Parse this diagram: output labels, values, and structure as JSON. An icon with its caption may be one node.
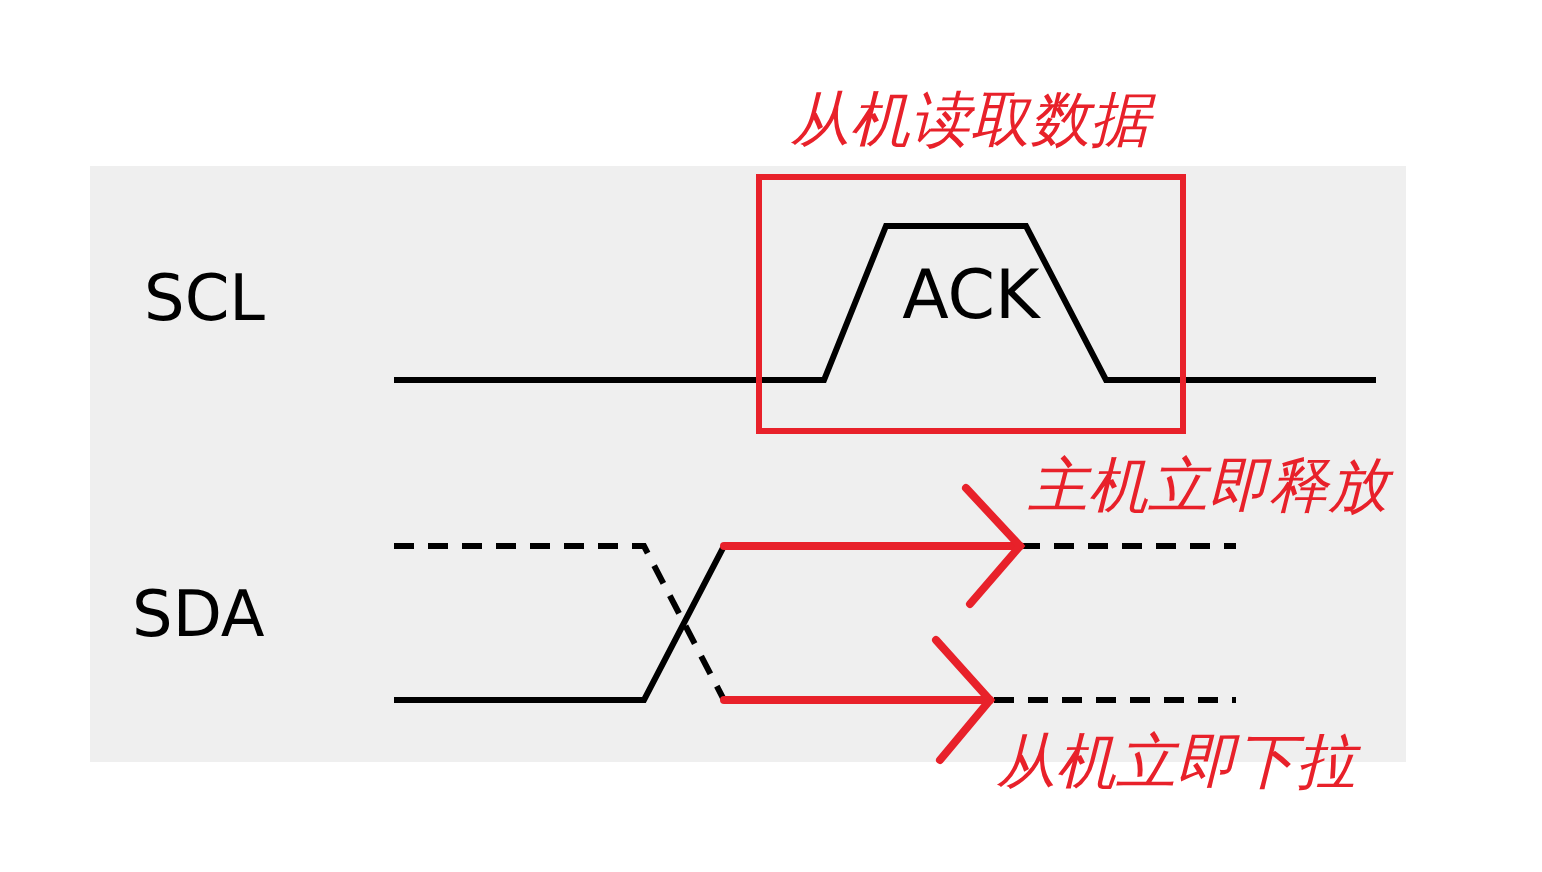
{
  "diagram": {
    "nodes": [
      {
        "text": [
          "从机读取数据",
          "ACK"
        ]
      }
    ],
    "labels": [
      "SCL",
      "SDA",
      "主机立即释放",
      "从机立即下拉"
    ]
  }
}
